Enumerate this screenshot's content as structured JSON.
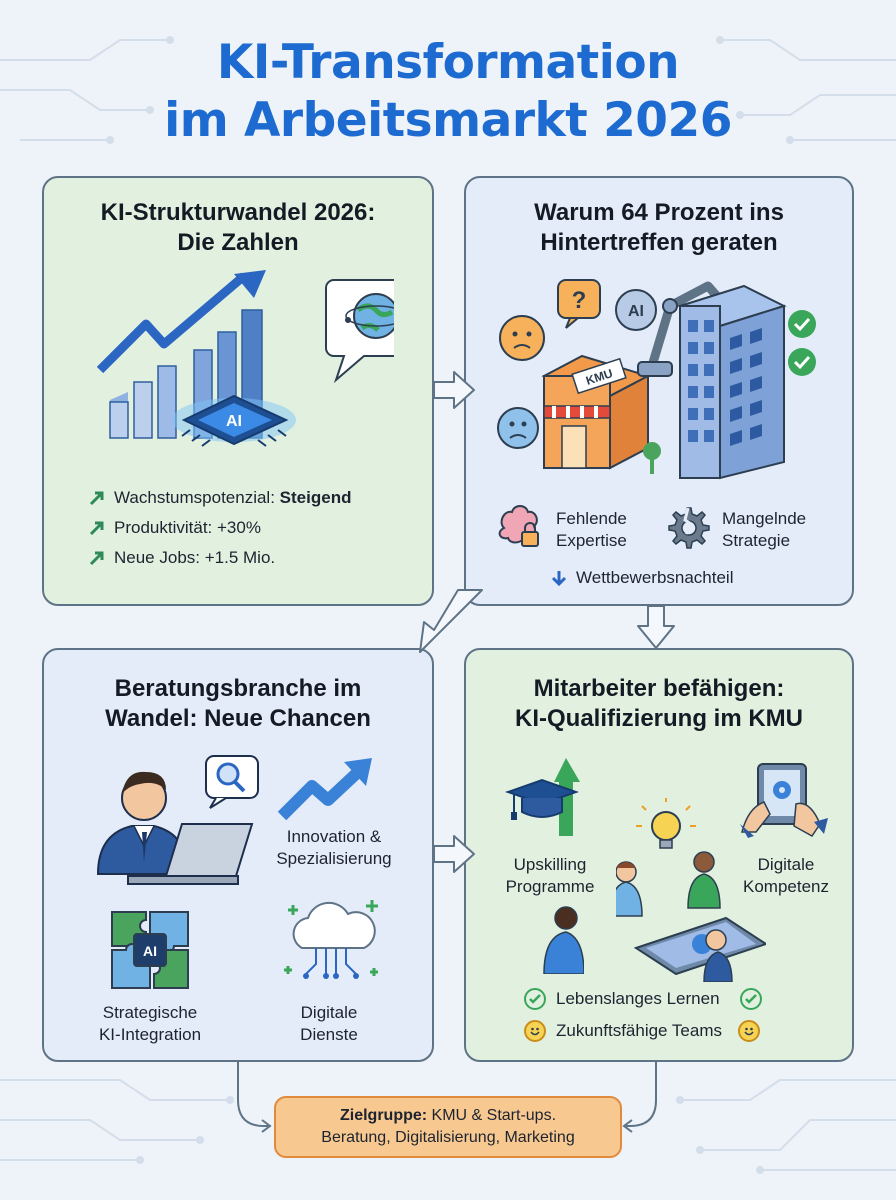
{
  "title": {
    "line1": "KI-Transformation",
    "line2": "im Arbeitsmarkt 2026"
  },
  "panel1": {
    "title_line1": "KI-Strukturwandel 2026:",
    "title_line2": "Die Zahlen",
    "chip_label": "AI",
    "stats": [
      {
        "label": "Wachstumspotenzial: ",
        "value": "Steigend"
      },
      {
        "label": "Produktivität: +30%",
        "value": ""
      },
      {
        "label": "Neue Jobs: +1.5 Mio.",
        "value": ""
      }
    ]
  },
  "panel2": {
    "title_line1": "Warum 64 Prozent ins",
    "title_line2": "Hintertreffen geraten",
    "shop_sign": "KMU",
    "ai_label": "AI",
    "question": "?",
    "factor1_line1": "Fehlende",
    "factor1_line2": "Expertise",
    "factor2_line1": "Mangelnde",
    "factor2_line2": "Strategie",
    "result": "Wettbewerbsnachteil"
  },
  "panel3": {
    "title_line1": "Beratungsbranche im",
    "title_line2": "Wandel: Neue Chancen",
    "item1_line1": "Innovation &",
    "item1_line2": "Spezialisierung",
    "item2_line1": "Strategische",
    "item2_line2": "KI-Integration",
    "item3_line1": "Digitale",
    "item3_line2": "Dienste",
    "puzzle_label": "AI"
  },
  "panel4": {
    "title_line1": "Mitarbeiter befähigen:",
    "title_line2": "KI-Qualifizierung im KMU",
    "item1_line1": "Upskilling",
    "item1_line2": "Programme",
    "item2_line1": "Digitale",
    "item2_line2": "Kompetenz",
    "check1": "Lebenslanges Lernen",
    "check2": "Zukunftsfähige Teams"
  },
  "footer": {
    "label": "Zielgruppe:",
    "text1": " KMU & Start-ups.",
    "text2": "Beratung, Digitalisierung, Marketing"
  },
  "colors": {
    "title": "#1d6bd0",
    "green_panel": "#e2f0e0",
    "blue_panel": "#e4ecf9",
    "footer": "#f7c890",
    "accent_green": "#3aa65a"
  }
}
